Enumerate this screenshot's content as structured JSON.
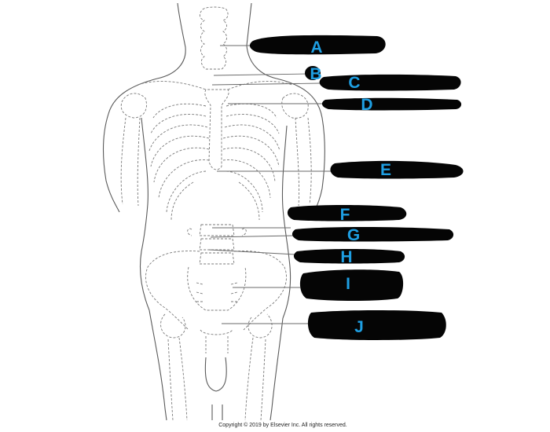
{
  "diagram": {
    "labels": [
      {
        "id": "A",
        "text": "A"
      },
      {
        "id": "B",
        "text": "B"
      },
      {
        "id": "C",
        "text": "C"
      },
      {
        "id": "D",
        "text": "D"
      },
      {
        "id": "E",
        "text": "E"
      },
      {
        "id": "F",
        "text": "F"
      },
      {
        "id": "G",
        "text": "G"
      },
      {
        "id": "H",
        "text": "H"
      },
      {
        "id": "I",
        "text": "I"
      },
      {
        "id": "J",
        "text": "J"
      }
    ],
    "label_color": "#1e9fe3",
    "redaction_color": "#050505",
    "line_color": "#6a6a6a"
  },
  "footer": {
    "copyright": "Copyright © 2019 by Elsevier Inc. All rights reserved."
  }
}
